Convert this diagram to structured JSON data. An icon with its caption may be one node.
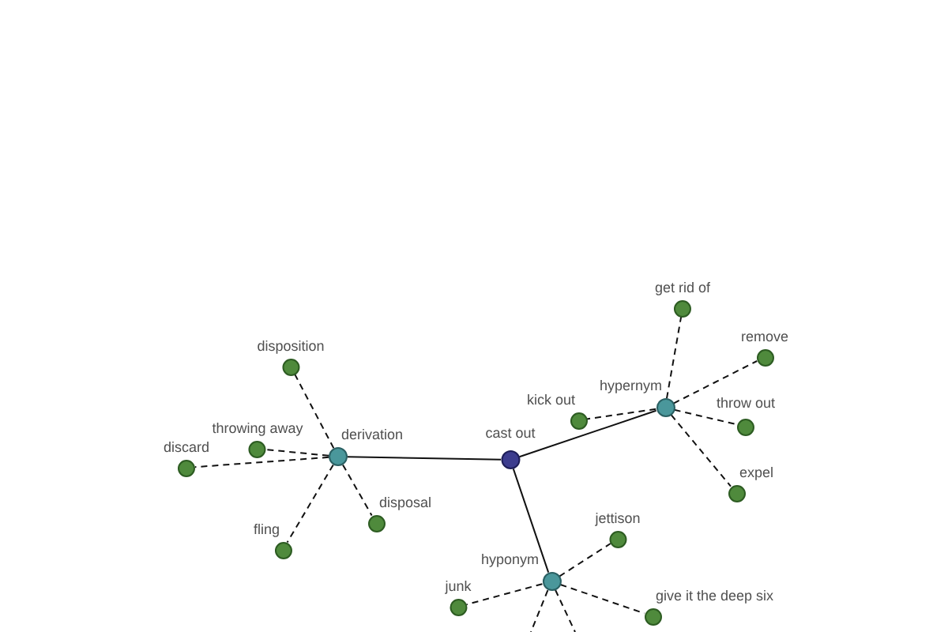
{
  "diagram": {
    "nodes": [
      {
        "text": [
          "cast out"
        ]
      },
      {
        "text": [
          "derivation"
        ]
      },
      {
        "text": [
          "hypernym"
        ]
      },
      {
        "text": [
          "hyponym"
        ]
      },
      {
        "text": [
          "disposition"
        ]
      },
      {
        "text": [
          "discard"
        ]
      },
      {
        "text": [
          "throwing away"
        ]
      },
      {
        "text": [
          "disposal"
        ]
      },
      {
        "text": [
          "fling"
        ]
      },
      {
        "text": [
          "get rid of"
        ]
      },
      {
        "text": [
          "remove"
        ]
      },
      {
        "text": [
          "kick out"
        ]
      },
      {
        "text": [
          "throw out"
        ]
      },
      {
        "text": [
          "expel"
        ]
      },
      {
        "text": [
          "jettison"
        ]
      },
      {
        "text": [
          "junk"
        ]
      },
      {
        "text": [
          "give it the deep six"
        ]
      }
    ],
    "edges": [
      {
        "from": 0,
        "to": 1,
        "arrow": "none"
      },
      {
        "from": 0,
        "to": 2,
        "arrow": "none"
      },
      {
        "from": 0,
        "to": 3,
        "arrow": "none"
      },
      {
        "from": 1,
        "to": 4,
        "arrow": "none",
        "style": "dashed"
      },
      {
        "from": 1,
        "to": 5,
        "arrow": "none",
        "style": "dashed"
      },
      {
        "from": 1,
        "to": 6,
        "arrow": "none",
        "style": "dashed"
      },
      {
        "from": 1,
        "to": 7,
        "arrow": "none",
        "style": "dashed"
      },
      {
        "from": 1,
        "to": 8,
        "arrow": "none",
        "style": "dashed"
      },
      {
        "from": 2,
        "to": 9,
        "arrow": "none",
        "style": "dashed"
      },
      {
        "from": 2,
        "to": 10,
        "arrow": "none",
        "style": "dashed"
      },
      {
        "from": 2,
        "to": 11,
        "arrow": "none",
        "style": "dashed"
      },
      {
        "from": 2,
        "to": 12,
        "arrow": "none",
        "style": "dashed"
      },
      {
        "from": 2,
        "to": 13,
        "arrow": "none",
        "style": "dashed"
      },
      {
        "from": 3,
        "to": 14,
        "arrow": "none",
        "style": "dashed"
      },
      {
        "from": 3,
        "to": 15,
        "arrow": "none",
        "style": "dashed"
      },
      {
        "from": 3,
        "to": 16,
        "arrow": "none",
        "style": "dashed"
      },
      {
        "from": 3,
        "to": null,
        "arrow": "none",
        "style": "dashed"
      },
      {
        "from": 3,
        "to": null,
        "arrow": "none",
        "style": "dashed"
      }
    ]
  }
}
